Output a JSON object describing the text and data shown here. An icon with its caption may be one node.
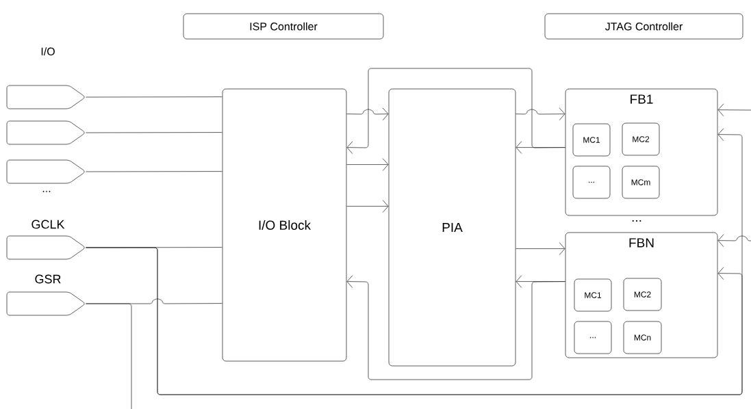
{
  "diagram": {
    "nodes": [
      {
        "text": [
          "ISP Controller"
        ]
      },
      {
        "text": [
          "JTAG Controller"
        ]
      },
      {
        "text": [],
        "shape": "pentagon"
      },
      {
        "text": [],
        "shape": "pentagon"
      },
      {
        "text": [],
        "shape": "pentagon"
      },
      {
        "text": [],
        "shape": "pentagon"
      },
      {
        "text": [],
        "shape": "pentagon"
      },
      {
        "text": [
          "I/O Block"
        ]
      },
      {
        "text": [
          "PIA"
        ]
      },
      {
        "text": [
          "FB1"
        ]
      },
      {
        "text": [
          "MC1"
        ],
        "in": 9
      },
      {
        "text": [
          "MC2"
        ],
        "in": 9
      },
      {
        "text": [
          "..."
        ],
        "in": 9
      },
      {
        "text": [
          "MCm"
        ],
        "in": 9
      },
      {
        "text": [
          "FBN"
        ]
      },
      {
        "text": [
          "MC1"
        ],
        "in": 14
      },
      {
        "text": [
          "MC2"
        ],
        "in": 14
      },
      {
        "text": [
          "..."
        ],
        "in": 14
      },
      {
        "text": [
          "MCn"
        ],
        "in": 14
      }
    ],
    "edges": [
      {
        "from": 2,
        "to": 7,
        "arrow": "none"
      },
      {
        "from": 3,
        "to": 7,
        "arrow": "none"
      },
      {
        "from": 4,
        "to": 7,
        "arrow": "none"
      },
      {
        "from": 5,
        "to": 7,
        "arrow": "none"
      },
      {
        "from": 5,
        "to": 9,
        "arrow": "to"
      },
      {
        "from": 5,
        "to": 14,
        "arrow": "to"
      },
      {
        "from": 6,
        "to": 7,
        "arrow": "none"
      },
      {
        "from": 6,
        "to": null,
        "arrow": "none"
      },
      {
        "from": 7,
        "to": 8,
        "arrow": "to"
      },
      {
        "from": 7,
        "to": 8,
        "arrow": "to"
      },
      {
        "from": 7,
        "to": 8,
        "arrow": "to"
      },
      {
        "from": 8,
        "to": 9,
        "arrow": "to"
      },
      {
        "from": 8,
        "to": 14,
        "arrow": "to"
      },
      {
        "from": 9,
        "to": 8,
        "arrow": "to"
      },
      {
        "from": 9,
        "to": 7,
        "arrow": "to"
      },
      {
        "from": 14,
        "to": 8,
        "arrow": "to"
      },
      {
        "from": 14,
        "to": 7,
        "arrow": "to"
      },
      {
        "from": null,
        "to": 9,
        "arrow": "to"
      },
      {
        "from": null,
        "to": 14,
        "arrow": "to"
      }
    ],
    "labels": [
      "I/O",
      "...",
      "GCLK",
      "GSR",
      "..."
    ]
  }
}
